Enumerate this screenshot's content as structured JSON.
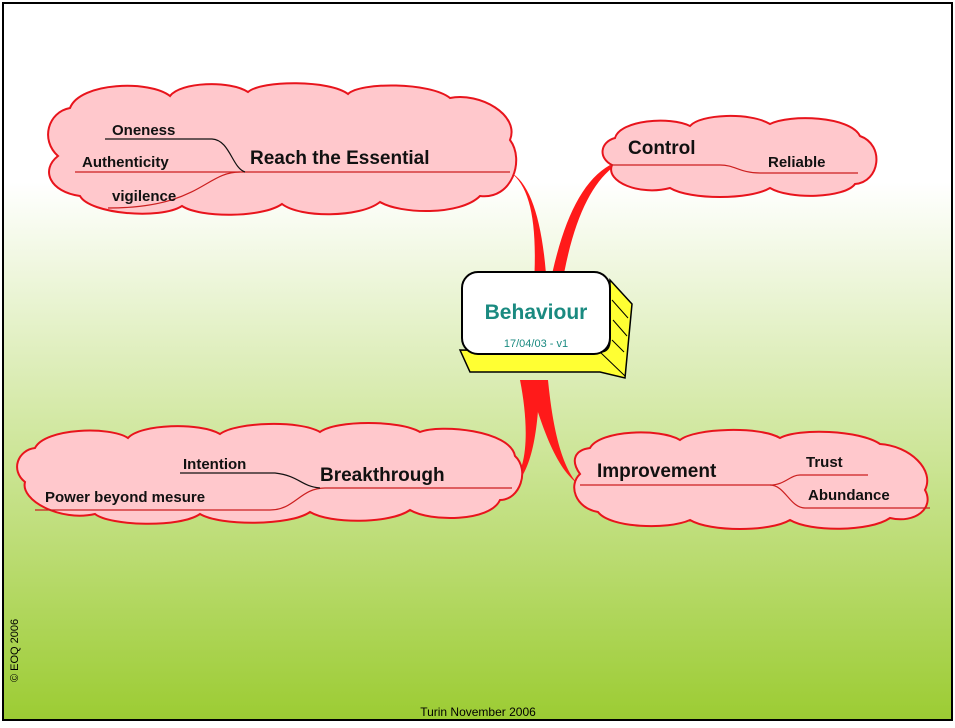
{
  "slide": {
    "footer": "Turin November 2006",
    "copyright": "© EOQ 2006"
  },
  "colors": {
    "cloud_fill": "#ffc8cc",
    "cloud_stroke": "#e8141c",
    "branch": "#ff1a1a",
    "node_top": "#ffffff",
    "node_side": "#ffff33",
    "node_title": "#1a8a80",
    "bg_top": "#ffffff",
    "bg_bottom": "#9ccc33"
  },
  "central": {
    "title": "Behaviour",
    "subtitle": "17/04/03 - v1"
  },
  "branches": {
    "reach": {
      "label": "Reach the Essential",
      "children": [
        "Oneness",
        "Authenticity",
        "vigilence"
      ]
    },
    "control": {
      "label": "Control",
      "children": [
        "Reliable"
      ]
    },
    "breakthrough": {
      "label": "Breakthrough",
      "children": [
        "Intention",
        "Power beyond mesure"
      ]
    },
    "improvement": {
      "label": "Improvement",
      "children": [
        "Trust",
        "Abundance"
      ]
    }
  }
}
